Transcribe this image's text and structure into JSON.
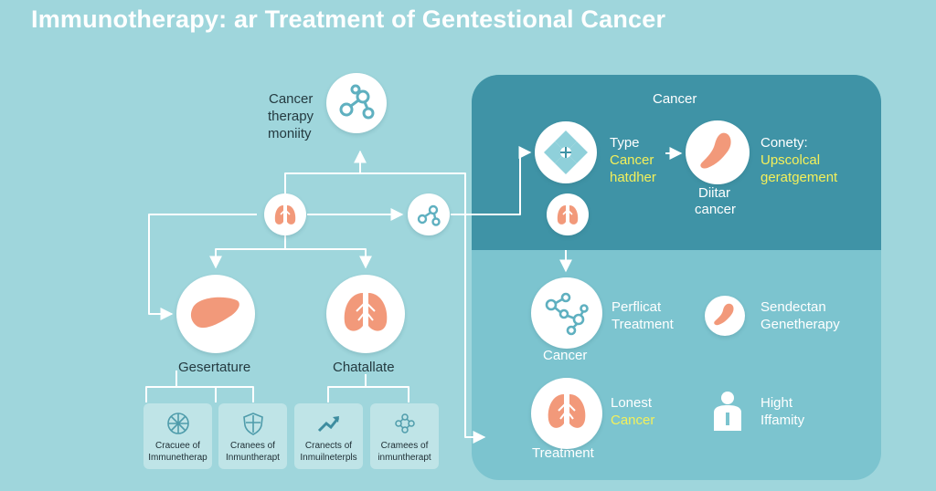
{
  "title": "Immunotherapy: ar Treatment of Gentestional Cancer",
  "colors": {
    "background": "#9fd6dc",
    "panel_top": "#3f93a6",
    "panel_bottom": "#7cc4cf",
    "organ": "#f2997a",
    "molecule": "#5fb0c0",
    "highlight_text": "#f4f05a",
    "arrow": "#ffffff"
  },
  "left": {
    "top_label": [
      "Cancer",
      "therapy",
      "moniity"
    ],
    "gesertature": "Gesertature",
    "chatallate": "Chatallate",
    "cards": [
      {
        "icon": "globe-icon",
        "line1": "Cracuee of",
        "line2": "Immunetherap"
      },
      {
        "icon": "shield-icon",
        "line1": "Cranees of",
        "line2": "Inmuntherapt"
      },
      {
        "icon": "trend-arrow-icon",
        "line1": "Cranects of",
        "line2": "Inmuilneterpls"
      },
      {
        "icon": "molecule-cluster-icon",
        "line1": "Cramees of",
        "line2": "inmuntherapt"
      }
    ]
  },
  "panel": {
    "header": "Cancer",
    "type_label": "Type",
    "cancer_hatcher": [
      "Cancer",
      "hatdher"
    ],
    "dilitar_cancer": [
      "Diitar",
      "cancer"
    ],
    "conety": "Conety:",
    "upscolcal": [
      "Upscolcal",
      "geratgement"
    ],
    "perflicat": [
      "Perflicat",
      "Treatment"
    ],
    "cancer_caption": "Cancer",
    "sendectan": [
      "Sendectan",
      "Genetherapy"
    ],
    "lonest": "Lonest",
    "lonest_cancer": "Cancer",
    "treatment_caption": "Treatment",
    "hight": [
      "Hight",
      "Iffamity"
    ]
  }
}
